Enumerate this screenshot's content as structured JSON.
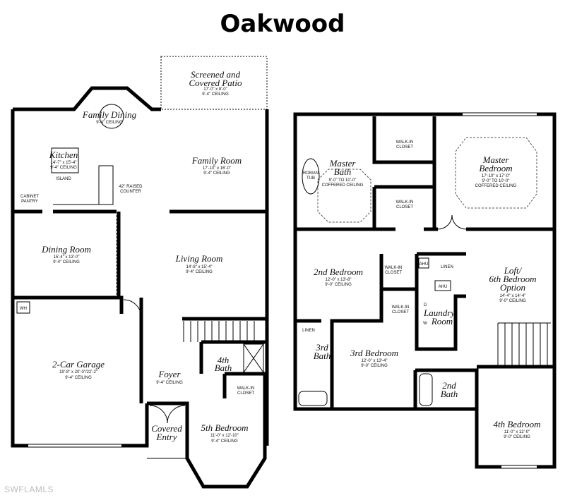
{
  "title": "Oakwood",
  "watermark": "SWFLAMLS",
  "first_floor": {
    "patio": {
      "name_1": "Screened and",
      "name_2": "Covered Patio",
      "size": "17'-0\" x 8'-0\"",
      "ceiling": "9'-4\" CEILING"
    },
    "family_dining": {
      "name": "Family Dining",
      "ceiling": "9'-4\" CEILING"
    },
    "kitchen": {
      "name": "Kitchen",
      "size": "14'-7\" x 15'-4\"",
      "ceiling": "9'-4\" CEILING",
      "island": "ISLAND",
      "pantry_1": "CABINET",
      "pantry_2": "PANTRY",
      "counter_1": "42\" RAISED",
      "counter_2": "COUNTER"
    },
    "family_room": {
      "name": "Family Room",
      "size": "17'-10\" x 16'-0\"",
      "ceiling": "9'-4\" CEILING"
    },
    "dining_room": {
      "name": "Dining Room",
      "size": "15'-4\" x 13'-0\"",
      "ceiling": "9'-4\" CEILING"
    },
    "living_room": {
      "name": "Living Room",
      "size": "14'-8\" x 15'-4\"",
      "ceiling": "9'-4\" CEILING"
    },
    "garage": {
      "name": "2-Car Garage",
      "size": "19'-8\" x 20'-0\"/22'-2\"",
      "ceiling": "9'-4\" CEILING",
      "wh": "WH"
    },
    "foyer": {
      "name": "Foyer",
      "ceiling": "9'-4\" CEILING"
    },
    "bath4": {
      "name_1": "4th",
      "name_2": "Bath"
    },
    "closet": {
      "line_1": "WALK-IN",
      "line_2": "CLOSET"
    },
    "covered_entry": {
      "name_1": "Covered",
      "name_2": "Entry"
    },
    "bedroom5": {
      "name": "5th Bedroom",
      "size": "11'-0\" x 12'-10\"",
      "ceiling": "9'-4\" CEILING"
    }
  },
  "second_floor": {
    "master_bath": {
      "name_1": "Master",
      "name_2": "Bath",
      "ceiling_1": "9'-0\" TO 10'-0\"",
      "ceiling_2": "COFFERED CEILING",
      "tub_1": "ROMAN",
      "tub_2": "TUB"
    },
    "closet_a": {
      "line_1": "WALK-IN",
      "line_2": "CLOSET"
    },
    "closet_b": {
      "line_1": "WALK-IN",
      "line_2": "CLOSET"
    },
    "master_bedroom": {
      "name_1": "Master",
      "name_2": "Bedroom",
      "size": "17'-10\" x 17'-0\"",
      "ceiling_1": "9'-0\" TO 10'-0\"",
      "ceiling_2": "COFFERED CEILING"
    },
    "bedroom2": {
      "name": "2nd Bedroom",
      "size": "12'-0\" x 13'-8\"",
      "ceiling": "9'-0\" CEILING"
    },
    "closet_c": {
      "line_1": "WALK-IN",
      "line_2": "CLOSET"
    },
    "closet_d": {
      "line_1": "WALK-IN",
      "line_2": "CLOSET"
    },
    "ahu_1": "AHU",
    "ahu_2": "AHU",
    "linen_1": "LINEN",
    "linen_2": "LINEN",
    "laundry": {
      "name_1": "Laundry",
      "name_2": "Room",
      "d": "D",
      "w": "W"
    },
    "loft": {
      "name_1": "Loft/",
      "name_2": "6th Bedroom",
      "name_3": "Option",
      "size": "14'-4\" x 14'-4\"",
      "ceiling": "9'-0\" CEILING"
    },
    "bath3": {
      "name_1": "3rd",
      "name_2": "Bath"
    },
    "bedroom3": {
      "name": "3rd Bedroom",
      "size": "12'-0\" x 13'-4\"",
      "ceiling": "9'-0\" CEILING"
    },
    "bath2": {
      "name_1": "2nd",
      "name_2": "Bath"
    },
    "bedroom4": {
      "name": "4th Bedroom",
      "size": "11'-0\" x 12'-0\"",
      "ceiling": "9'-0\" CEILING"
    }
  }
}
